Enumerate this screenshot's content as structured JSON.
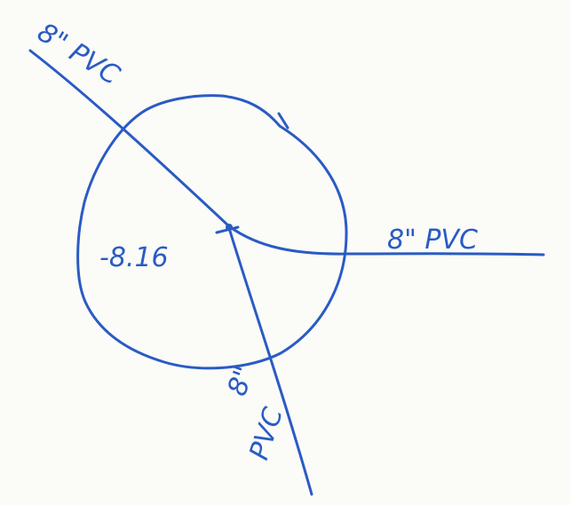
{
  "diagram": {
    "ink_color": "#2a5bc4",
    "paper_color": "#fbfbf8",
    "elements": {
      "manhole": {
        "shape": "circle"
      },
      "pipe_upper_left": {
        "label": "8\" PVC"
      },
      "pipe_right": {
        "label": "8\" PVC"
      },
      "pipe_bottom": {
        "label_line1": "8\"",
        "label_line2": "PVC"
      },
      "elevation": {
        "label": "-8.16"
      }
    }
  }
}
